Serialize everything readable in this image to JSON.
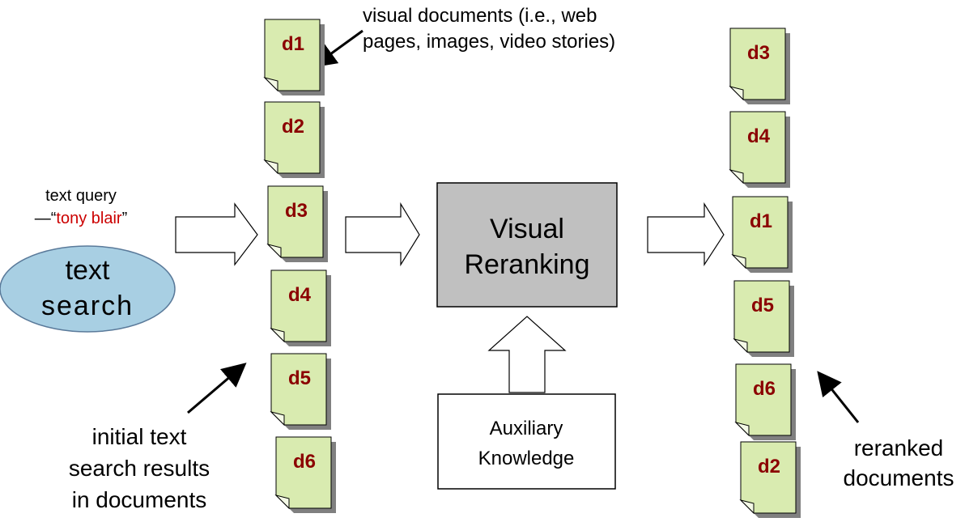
{
  "text_query": {
    "prefix": "text query",
    "dash": "—“",
    "query": "tony blair",
    "close_quote": "”"
  },
  "text_search": {
    "line1": "text",
    "line2": "search"
  },
  "visual_documents_note": {
    "line1": "visual documents (i.e., web",
    "line2": "pages, images, video stories)"
  },
  "initial_results_note": {
    "line1": "initial text",
    "line2": "search results",
    "line3": "in documents"
  },
  "reranking_box": {
    "line1": "Visual",
    "line2": "Reranking"
  },
  "auxiliary_box": {
    "line1": "Auxiliary",
    "line2": "Knowledge"
  },
  "reranked_note": {
    "line1": "reranked",
    "line2": "documents"
  },
  "initial_documents": [
    "d1",
    "d2",
    "d3",
    "d4",
    "d5",
    "d6"
  ],
  "reranked_documents": [
    "d3",
    "d4",
    "d1",
    "d5",
    "d6",
    "d2"
  ],
  "colors": {
    "document_fill": "#d9ebb0",
    "document_label": "#8b0000",
    "query_highlight": "#cc0000",
    "search_ellipse": "#a8cfe3",
    "reranking_fill": "#c0c0c0"
  }
}
